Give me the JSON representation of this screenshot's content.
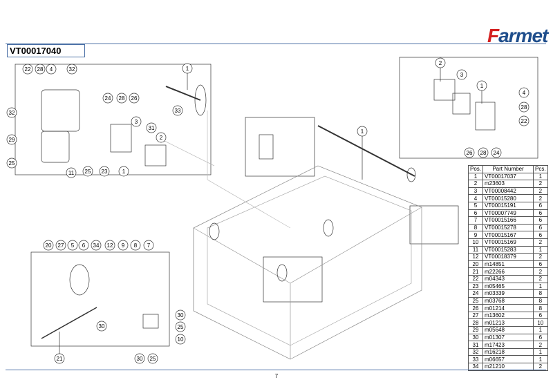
{
  "header": {
    "brand": "Farmet",
    "brand_first": "F",
    "brand_rest": "armet",
    "assembly_code": "VT00017040"
  },
  "footer": {
    "page_number": "7"
  },
  "table": {
    "headers": [
      "Pos.",
      "Part Number",
      "Pcs."
    ],
    "rows": [
      [
        "1",
        "VT00017037",
        "1"
      ],
      [
        "2",
        "m23603",
        "2"
      ],
      [
        "3",
        "VT00008442",
        "2"
      ],
      [
        "4",
        "VT00015280",
        "2"
      ],
      [
        "5",
        "VT00015191",
        "6"
      ],
      [
        "6",
        "VT00007749",
        "6"
      ],
      [
        "7",
        "VT00015166",
        "6"
      ],
      [
        "8",
        "VT00015278",
        "6"
      ],
      [
        "9",
        "VT00015167",
        "6"
      ],
      [
        "10",
        "VT00015169",
        "2"
      ],
      [
        "11",
        "VT00015283",
        "1"
      ],
      [
        "12",
        "VT00018379",
        "2"
      ],
      [
        "20",
        "m14851",
        "6"
      ],
      [
        "21",
        "m22266",
        "2"
      ],
      [
        "22",
        "m04343",
        "2"
      ],
      [
        "23",
        "m05465",
        "1"
      ],
      [
        "24",
        "m03339",
        "8"
      ],
      [
        "25",
        "m03768",
        "8"
      ],
      [
        "26",
        "m01214",
        "8"
      ],
      [
        "27",
        "m13602",
        "6"
      ],
      [
        "28",
        "m01213",
        "10"
      ],
      [
        "29",
        "m05648",
        "1"
      ],
      [
        "30",
        "m01307",
        "6"
      ],
      [
        "31",
        "m17423",
        "2"
      ],
      [
        "32",
        "m16218",
        "1"
      ],
      [
        "33",
        "m06657",
        "1"
      ],
      [
        "34",
        "m21210",
        "2"
      ]
    ]
  },
  "callouts": [
    "22",
    "28",
    "4",
    "32",
    "1",
    "24",
    "28",
    "26",
    "32",
    "3",
    "31",
    "2",
    "33",
    "29",
    "25",
    "11",
    "25",
    "23",
    "1",
    "2",
    "3",
    "1",
    "4",
    "28",
    "22",
    "26",
    "28",
    "24",
    "1",
    "20",
    "27",
    "5",
    "6",
    "34",
    "12",
    "9",
    "8",
    "7",
    "30",
    "25",
    "10",
    "30",
    "21",
    "30",
    "25"
  ],
  "colors": {
    "brand_blue": "#1f4e8c",
    "brand_red": "#d42020",
    "rule": "#4a6fa5"
  }
}
